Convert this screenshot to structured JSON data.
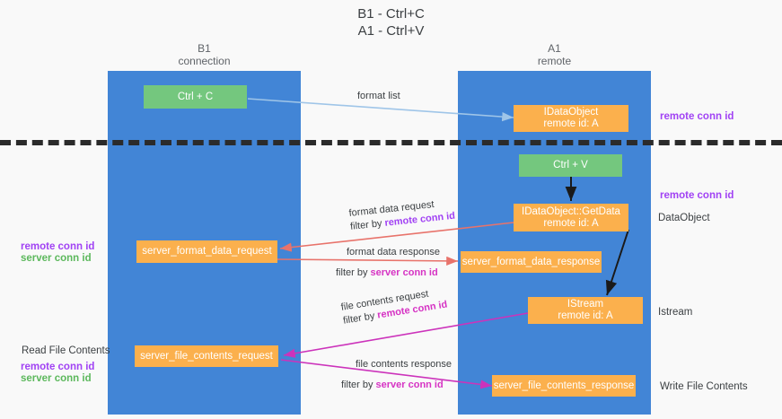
{
  "title": {
    "line1": "B1 - Ctrl+C",
    "line2": "A1 - Ctrl+V"
  },
  "columns": [
    {
      "name": "B1",
      "role": "connection"
    },
    {
      "name": "A1",
      "role": "remote"
    }
  ],
  "colors": {
    "lane": "#4285d6",
    "box_orange": "#fbb04d",
    "box_green": "#74c77e",
    "purple": "#a142f4",
    "green_text": "#5cb85c",
    "magenta": "#d633c4",
    "arrow_blue": "#9fc5e8",
    "arrow_red": "#e8736b",
    "arrow_magenta": "#cc33bb",
    "arrow_black": "#1a1a1a",
    "dashed_separator": "#2b2b2b",
    "background": "#f9f9f9"
  },
  "boxes": {
    "ctrl_c": "Ctrl + C",
    "ctrl_v": "Ctrl + V",
    "idataobject": {
      "line1": "IDataObject",
      "line2": "remote id: A"
    },
    "idataobject_getdata": {
      "line1": "IDataObject::GetData",
      "line2": "remote id: A"
    },
    "istream": {
      "line1": "IStream",
      "line2": "remote id: A"
    },
    "server_format_data_request": "server_format_data_request",
    "server_format_data_response": "server_format_data_response",
    "server_file_contents_request": "server_file_contents_request",
    "server_file_contents_response": "server_file_contents_response"
  },
  "arrow_labels": {
    "format_list": "format list",
    "format_data_request": "format data request",
    "format_data_request_filter_prefix": "filter by ",
    "format_data_request_filter_key": "remote conn id",
    "format_data_response": "format data response",
    "format_data_response_filter_prefix": "filter by ",
    "format_data_response_filter_key": "server conn id",
    "file_contents_request": "file contents request",
    "file_contents_request_filter_prefix": "filter by ",
    "file_contents_request_filter_key": "remote conn id",
    "file_contents_response": "file contents response",
    "file_contents_response_filter_prefix": "filter by ",
    "file_contents_response_filter_key": "server conn id"
  },
  "annotations": {
    "right_remote_conn_id_top": "remote conn id",
    "right_remote_conn_id_mid": "remote conn id",
    "right_dataobject": "DataObject",
    "right_istream": "Istream",
    "right_write_file_contents": "Write File Contents",
    "left_remote_conn_id_mid": "remote conn id",
    "left_server_conn_id_mid": "server conn id",
    "left_read_file_contents": "Read File Contents",
    "left_remote_conn_id_bottom": "remote conn id",
    "left_server_conn_id_bottom": "server conn id"
  }
}
